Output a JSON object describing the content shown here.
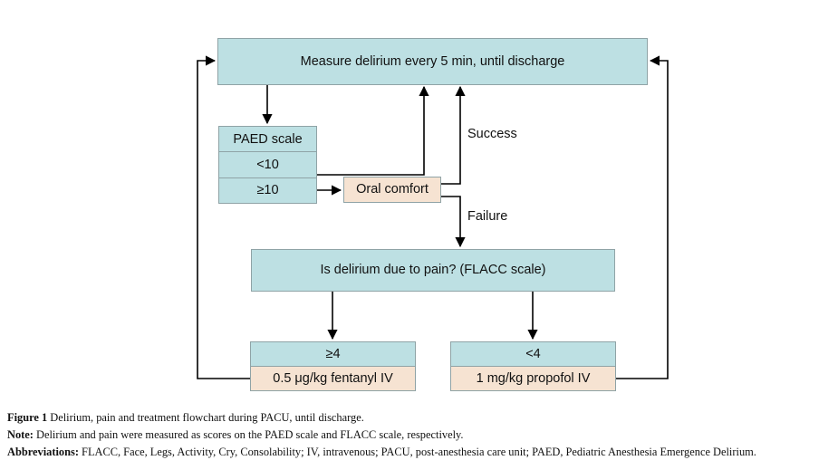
{
  "figure": {
    "colors": {
      "assessment_fill": "#bde0e3",
      "treatment_fill": "#f6e3d2",
      "border": "#8fa3a6",
      "connector": "#000000",
      "text": "#111111"
    },
    "nodes": {
      "measure": "Measure delirium every 5 min, until discharge",
      "paed_header": "PAED scale",
      "paed_low": "<10",
      "paed_high": "≥10",
      "oral_comfort": "Oral comfort",
      "flacc_question": "Is delirium due to pain? (FLACC scale)",
      "flacc_high": "≥4",
      "flacc_low": "<4",
      "fentanyl": "0.5 μg/kg fentanyl IV",
      "propofol": "1 mg/kg propofol IV"
    },
    "edge_labels": {
      "success": "Success",
      "failure": "Failure"
    }
  },
  "caption": {
    "line1_label": "Figure 1",
    "line1_text": " Delirium, pain and treatment flowchart during PACU, until discharge.",
    "line2_label": "Note:",
    "line2_text": " Delirium and pain were measured as scores on the PAED scale and FLACC scale, respectively.",
    "line3_label": "Abbreviations:",
    "line3_text": " FLACC, Face, Legs, Activity, Cry, Consolability; IV, intravenous; PACU, post-anesthesia care unit; PAED, Pediatric Anesthesia Emergence Delirium."
  }
}
